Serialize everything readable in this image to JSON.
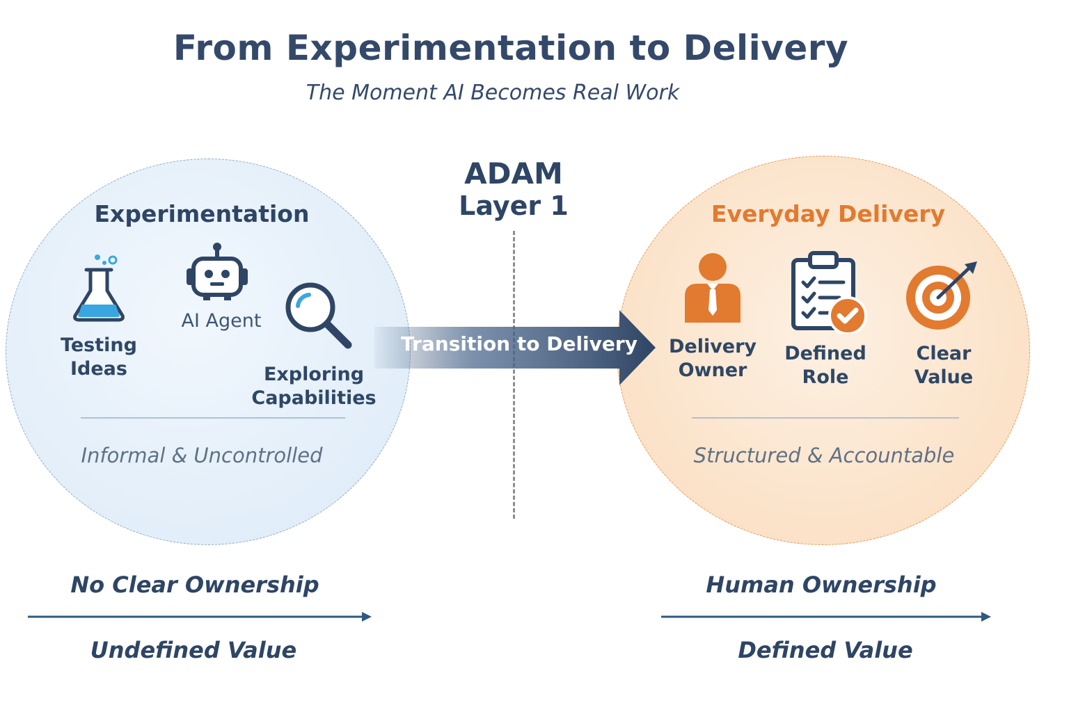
{
  "title": "From Experimentation to Delivery",
  "subtitle": "The Moment AI Becomes Real Work",
  "left": {
    "heading": "Experimentation",
    "items": [
      {
        "label": "Testing Ideas",
        "icon": "flask-icon"
      },
      {
        "label": "AI Agent",
        "icon": "robot-icon"
      },
      {
        "label": "Exploring Capabilities",
        "icon": "magnifier-icon"
      }
    ],
    "state": "Informal & Uncontrolled",
    "bottom_top": "No Clear Ownership",
    "bottom_bottom": "Undefined Value"
  },
  "center": {
    "title": "ADAM",
    "subtitle": "Layer 1",
    "arrow_label": "Transition to Delivery"
  },
  "right": {
    "heading": "Everyday Delivery",
    "items": [
      {
        "label": "Delivery Owner",
        "icon": "person-icon"
      },
      {
        "label": "Defined Role",
        "icon": "clipboard-check-icon"
      },
      {
        "label": "Clear Value",
        "icon": "target-icon"
      }
    ],
    "state": "Structured & Accountable",
    "bottom_top": "Human Ownership",
    "bottom_bottom": "Defined Value"
  },
  "colors": {
    "navy": "#2e4565",
    "orange": "#e27a2f",
    "blue_icon": "#3aa6e0",
    "left_fill": "#e2eef9",
    "right_fill": "#fbe2c8"
  }
}
